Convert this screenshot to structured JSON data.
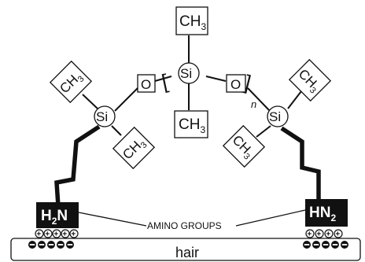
{
  "labels": {
    "ch3": "CH",
    "ch3_sub": "3",
    "si": "Si",
    "oxygen": "O",
    "bracket_open": "[",
    "bracket_close": "]",
    "repeat_n": "n",
    "left_amine": {
      "h": "H",
      "sub": "2",
      "n": "N"
    },
    "right_amine": {
      "main": "HN",
      "sub": "2"
    },
    "amino_groups": "AMINO GROUPS",
    "surface": "hair",
    "plus": "+",
    "minus": "−"
  },
  "charges": {
    "left_plus_count": 5,
    "right_plus_count": 4,
    "minus_count": 5
  },
  "colors": {
    "ink": "#111111",
    "amine_fill": "#111111",
    "amine_text": "#ffffff",
    "background": "#ffffff"
  }
}
